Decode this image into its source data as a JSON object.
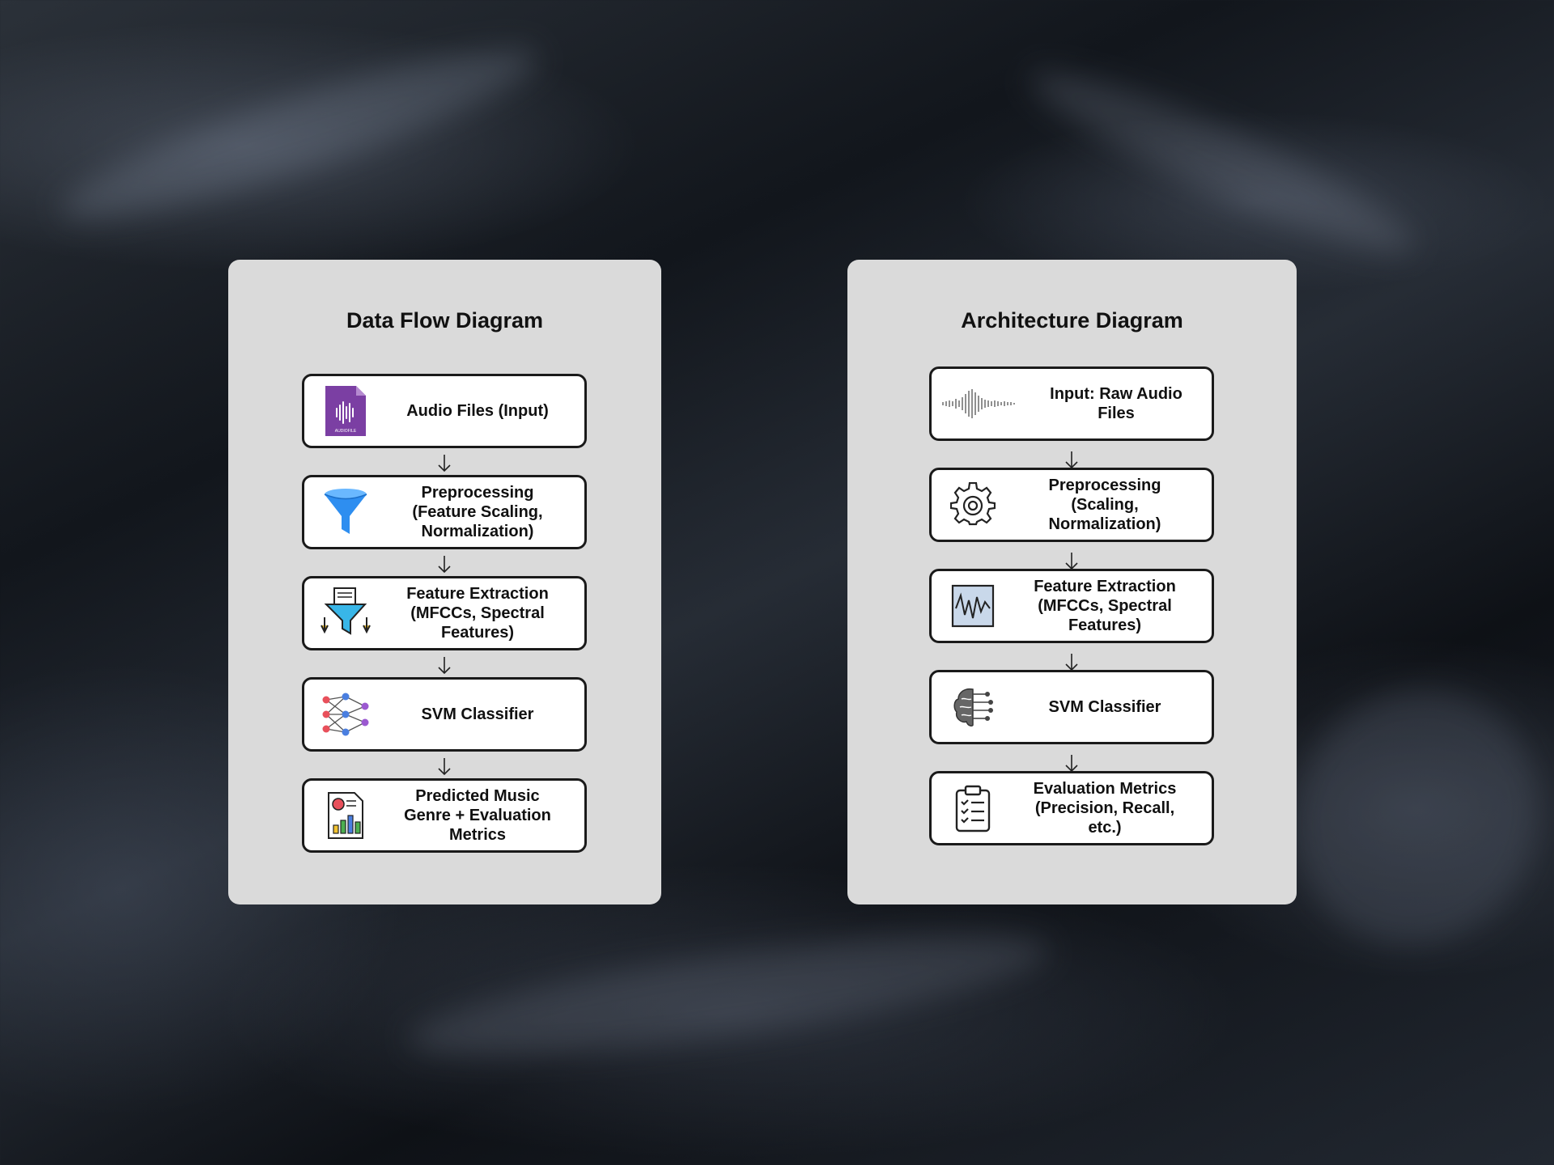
{
  "data_flow": {
    "title": "Data Flow Diagram",
    "nodes": [
      {
        "label": "Audio Files (Input)",
        "icon": "audio-file-icon",
        "icon_caption": "AUDIOFILE"
      },
      {
        "label": "Preprocessing\n(Feature Scaling,\nNormalization)",
        "icon": "funnel-icon"
      },
      {
        "label": "Feature Extraction\n(MFCCs, Spectral\nFeatures)",
        "icon": "document-filter-icon"
      },
      {
        "label": "SVM Classifier",
        "icon": "neural-network-icon"
      },
      {
        "label": "Predicted Music\nGenre + Evaluation\nMetrics",
        "icon": "report-chart-icon"
      }
    ]
  },
  "architecture": {
    "title": "Architecture Diagram",
    "nodes": [
      {
        "label": "Input: Raw Audio\nFiles",
        "icon": "waveform-icon"
      },
      {
        "label": "Preprocessing\n(Scaling,\nNormalization)",
        "icon": "gear-icon"
      },
      {
        "label": "Feature Extraction\n(MFCCs, Spectral\nFeatures)",
        "icon": "signal-graph-icon"
      },
      {
        "label": "SVM Classifier",
        "icon": "brain-circuit-icon"
      },
      {
        "label": "Evaluation Metrics\n(Precision, Recall,\netc.)",
        "icon": "clipboard-checklist-icon"
      }
    ]
  },
  "colors": {
    "panel": "#dadada",
    "node_border": "#1a1a1a",
    "audio_file": "#7b3fa3",
    "funnel": "#2e8ef0"
  }
}
